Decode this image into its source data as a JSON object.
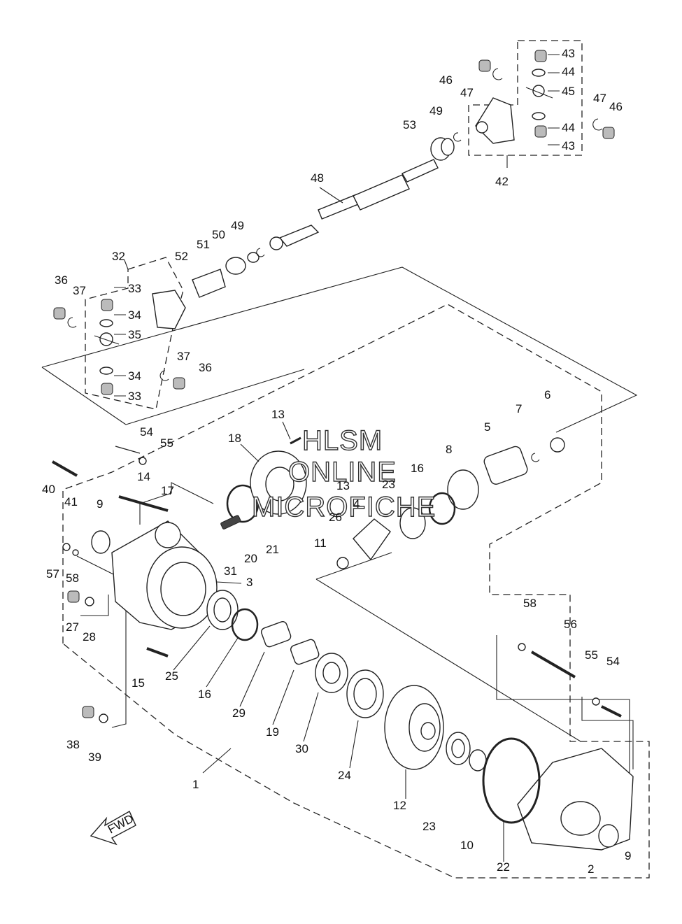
{
  "watermark": {
    "line1": "HLSM",
    "line2": "ONLINE",
    "line3": "MICROFICHE"
  },
  "fwd_label": "FWD",
  "callouts": [
    "43",
    "44",
    "45",
    "44",
    "43",
    "42",
    "46",
    "47",
    "47",
    "46",
    "49",
    "53",
    "48",
    "49",
    "50",
    "51",
    "52",
    "32",
    "36",
    "37",
    "33",
    "34",
    "35",
    "34",
    "33",
    "37",
    "36",
    "13",
    "18",
    "6",
    "7",
    "5",
    "8",
    "16",
    "23",
    "13",
    "4",
    "26",
    "11",
    "21",
    "20",
    "31",
    "3",
    "54",
    "55",
    "40",
    "41",
    "14",
    "17",
    "9",
    "57",
    "58",
    "27",
    "28",
    "15",
    "25",
    "16",
    "29",
    "19",
    "30",
    "24",
    "12",
    "23",
    "10",
    "22",
    "2",
    "9",
    "58",
    "56",
    "55",
    "54",
    "38",
    "39",
    "1"
  ]
}
